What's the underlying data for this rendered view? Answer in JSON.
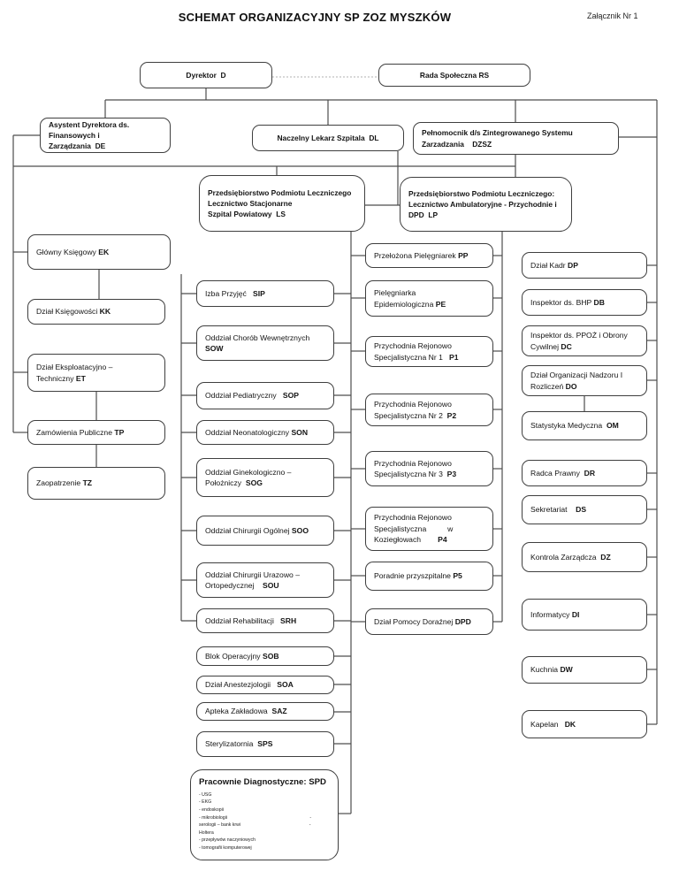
{
  "page": {
    "title": "SCHEMAT ORGANIZACYJNY SP ZOZ MYSZKÓW",
    "attachment": "Załącznik Nr 1"
  },
  "colors": {
    "box_border": "#3f3f3f",
    "connector": "#4d4d4d",
    "dotted_connector": "#b0b0b0",
    "background": "#ffffff"
  },
  "nodes": [
    {
      "id": "dyrektor",
      "lines": [
        "Dyrektor  "
      ],
      "code": "D"
    },
    {
      "id": "rada",
      "lines": [
        "Rada Społeczna "
      ],
      "code": "RS"
    },
    {
      "id": "asystent",
      "lines": [
        "Asystent Dyrektora ds. Finansowych i",
        "Zarządzania  "
      ],
      "code": "DE"
    },
    {
      "id": "naczelny",
      "lines": [
        "Naczelny Lekarz Szpitala  "
      ],
      "code": "DL"
    },
    {
      "id": "pelnomocnik",
      "lines": [
        "Pełnomocnik d/s Zintegrowanego Systemu",
        "Zarzadzania    "
      ],
      "code": "DZSZ"
    },
    {
      "id": "ls",
      "lines": [
        "Przedsiębiorstwo Podmiotu Leczniczego",
        "Lecznictwo Stacjonarne",
        "Szpital Powiatowy  "
      ],
      "code": "LS"
    },
    {
      "id": "lp",
      "lines": [
        "Przedsiębiorstwo Podmiotu Leczniczego:",
        "Lecznictwo Ambulatoryjne - Przychodnie i",
        "DPD  "
      ],
      "code": "LP"
    },
    {
      "id": "ek",
      "lines": [
        "Główny Księgowy "
      ],
      "code": "EK"
    },
    {
      "id": "kk",
      "lines": [
        "Dział Księgowości "
      ],
      "code": "KK"
    },
    {
      "id": "et",
      "lines": [
        "Dział Eksploatacyjno –",
        "Techniczny "
      ],
      "code": "ET"
    },
    {
      "id": "tp",
      "lines": [
        "Zamówienia Publiczne "
      ],
      "code": "TP"
    },
    {
      "id": "tz",
      "lines": [
        "Zaopatrzenie "
      ],
      "code": "TZ"
    },
    {
      "id": "sip",
      "lines": [
        "Izba Przyjęć   "
      ],
      "code": "SIP"
    },
    {
      "id": "sow",
      "lines": [
        "Oddział Chorób Wewnętrznych"
      ],
      "code": "SOW"
    },
    {
      "id": "sop",
      "lines": [
        "Oddział Pediatryczny   "
      ],
      "code": "SOP"
    },
    {
      "id": "son",
      "lines": [
        "Oddział Neonatologiczny "
      ],
      "code": "SON"
    },
    {
      "id": "sog",
      "lines": [
        "Oddział Ginekologiczno –",
        "Położniczy  "
      ],
      "code": "SOG"
    },
    {
      "id": "soo",
      "lines": [
        "Oddział Chirurgii Ogólnej "
      ],
      "code": "SOO"
    },
    {
      "id": "sou",
      "lines": [
        "Oddział Chirurgii Urazowo –",
        "Ortopedycznej    "
      ],
      "code": "SOU"
    },
    {
      "id": "srh",
      "lines": [
        "Oddział Rehabilitacji   "
      ],
      "code": "SRH"
    },
    {
      "id": "sob",
      "lines": [
        "Blok Operacyjny "
      ],
      "code": "SOB"
    },
    {
      "id": "soa",
      "lines": [
        "Dział Anestezjologii   "
      ],
      "code": "SOA"
    },
    {
      "id": "saz",
      "lines": [
        "Apteka Zakładowa  "
      ],
      "code": "SAZ"
    },
    {
      "id": "sps",
      "lines": [
        "Sterylizatornia  "
      ],
      "code": "SPS"
    },
    {
      "id": "spd",
      "lines": [
        "Pracownie Diagnostyczne: "
      ],
      "code": "SPD",
      "items": [
        "- USG",
        "- EKG",
        "- endoskopii",
        "- mikrobiologii                  -",
        "serologii – bank krwi               -",
        "Holtera",
        "- przepływów naczyniowych",
        "- tomografii komputerowej"
      ]
    },
    {
      "id": "pp",
      "lines": [
        "Przełożona Pielęgniarek "
      ],
      "code": "PP"
    },
    {
      "id": "pe",
      "lines": [
        "Pielęgniarka",
        "Epidemiologiczna "
      ],
      "code": "PE"
    },
    {
      "id": "p1",
      "lines": [
        "Przychodnia Rejonowo",
        "Specjalistyczna Nr 1   "
      ],
      "code": "P1"
    },
    {
      "id": "p2",
      "lines": [
        "Przychodnia Rejonowo",
        "Specjalistyczna Nr 2  "
      ],
      "code": "P2"
    },
    {
      "id": "p3",
      "lines": [
        "Przychodnia Rejonowo",
        "Specjalistyczna Nr 3  "
      ],
      "code": "P3"
    },
    {
      "id": "p4",
      "lines": [
        "Przychodnia Rejonowo",
        "Specjalistyczna          w",
        "Koziegłowach        "
      ],
      "code": "P4"
    },
    {
      "id": "p5",
      "lines": [
        "Poradnie przyszpitalne "
      ],
      "code": "P5"
    },
    {
      "id": "dpd",
      "lines": [
        "Dział Pomocy Doraźnej "
      ],
      "code": "DPD"
    },
    {
      "id": "dp",
      "lines": [
        "Dział Kadr "
      ],
      "code": "DP"
    },
    {
      "id": "db",
      "lines": [
        "Inspektor ds. BHP "
      ],
      "code": "DB"
    },
    {
      "id": "dc",
      "lines": [
        "Inspektor ds. PPOŻ i Obrony",
        "Cywilnej "
      ],
      "code": "DC"
    },
    {
      "id": "do",
      "lines": [
        "Dział Organizacji Nadzoru I",
        "Rozliczeń "
      ],
      "code": "DO"
    },
    {
      "id": "om",
      "lines": [
        "Statystyka Medyczna  "
      ],
      "code": "OM"
    },
    {
      "id": "dr",
      "lines": [
        "Radca Prawny  "
      ],
      "code": "DR"
    },
    {
      "id": "ds",
      "lines": [
        "Sekretariat    "
      ],
      "code": "DS"
    },
    {
      "id": "dz",
      "lines": [
        "Kontrola Zarządcza  "
      ],
      "code": "DZ"
    },
    {
      "id": "di",
      "lines": [
        "Informatycy "
      ],
      "code": "DI"
    },
    {
      "id": "dw",
      "lines": [
        "Kuchnia "
      ],
      "code": "DW"
    },
    {
      "id": "dk",
      "lines": [
        "Kapelan   "
      ],
      "code": "DK"
    }
  ]
}
